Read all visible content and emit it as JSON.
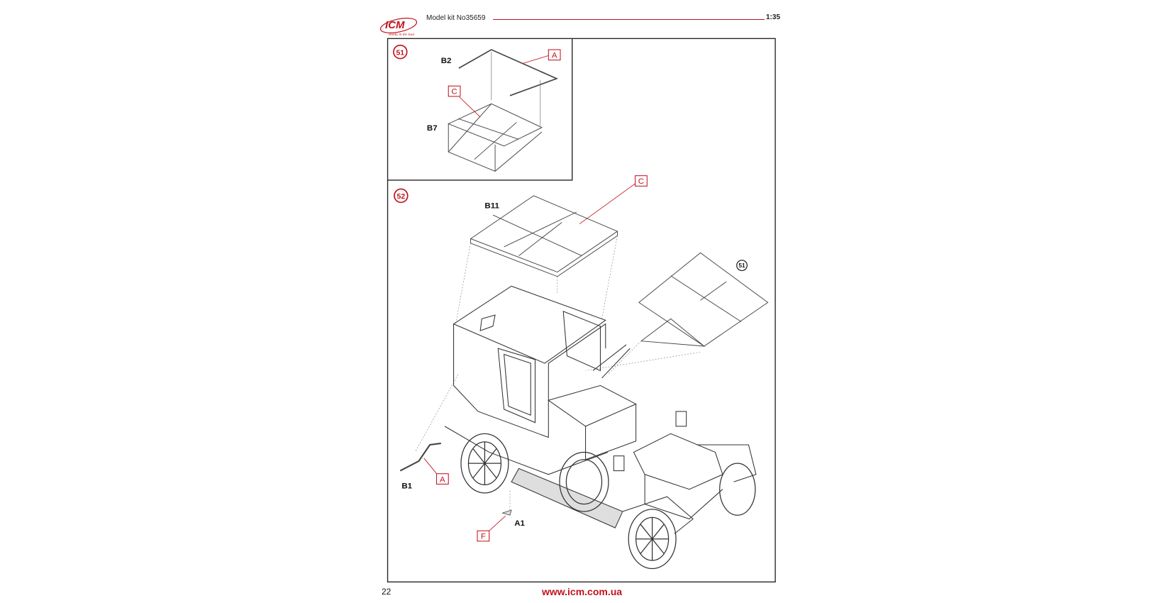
{
  "header": {
    "logo_text": "ICM",
    "logo_tagline": "Hobby in the Soul",
    "title": "Model kit No35659",
    "scale": "1:35",
    "accent_color": "#c1121f"
  },
  "steps": [
    {
      "number": "51",
      "parts": [
        "B2",
        "B7"
      ],
      "color_callouts": [
        "A",
        "C"
      ]
    },
    {
      "number": "52",
      "parts": [
        "B11",
        "B1",
        "A1"
      ],
      "color_callouts": [
        "C",
        "A",
        "F"
      ],
      "subassembly_ref": "51"
    }
  ],
  "footer": {
    "page_number": "22",
    "url": "www.icm.com.ua"
  }
}
